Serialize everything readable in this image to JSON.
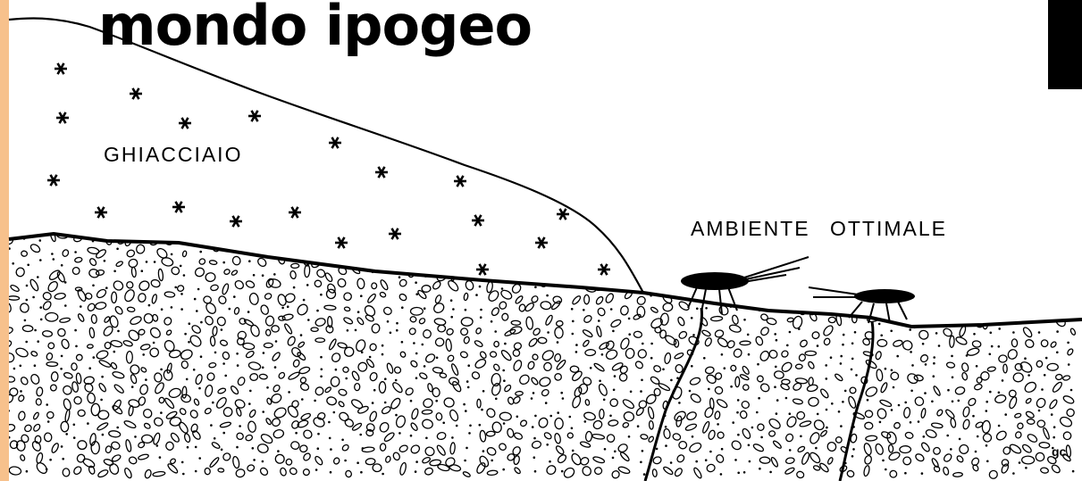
{
  "title": "mondo ipogeo",
  "labels": {
    "glacier": "GHIACCIAIO",
    "optimal_environment": "AMBIENTE OTTIMALE"
  },
  "signature": "gc",
  "colors": {
    "left_border": "#f7c18c",
    "ink": "#000000",
    "paper": "#ffffff"
  }
}
